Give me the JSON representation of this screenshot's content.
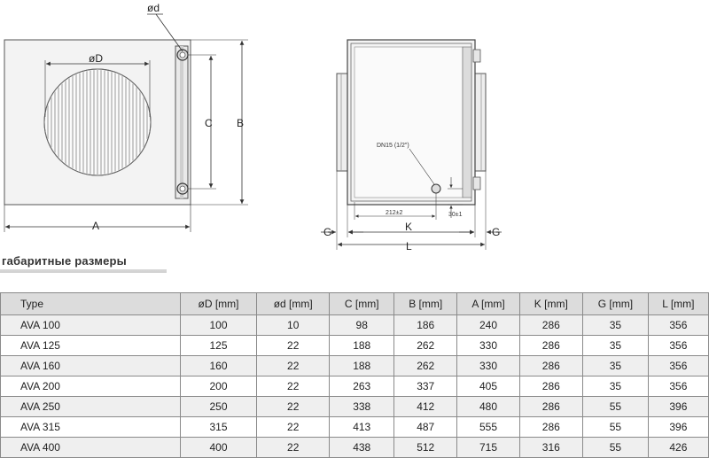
{
  "drawing_labels": {
    "od": "ød",
    "oD": "øD",
    "A": "A",
    "B": "B",
    "C": "C",
    "G_left": "G",
    "G_right": "G",
    "K": "K",
    "L": "L",
    "dn15": "DN15 (1/2\")",
    "dim_212": "212±2",
    "dim_30": "30±1"
  },
  "section_heading": "габаритные размеры",
  "table": {
    "headers": [
      "Type",
      "øD [mm]",
      "ød  [mm]",
      "C  [mm]",
      "B  [mm]",
      "A [mm]",
      "K [mm]",
      "G [mm]",
      "L [mm]"
    ],
    "rows": [
      [
        "AVA 100",
        "100",
        "10",
        "98",
        "186",
        "240",
        "286",
        "35",
        "356"
      ],
      [
        "AVA 125",
        "125",
        "22",
        "188",
        "262",
        "330",
        "286",
        "35",
        "356"
      ],
      [
        "AVA 160",
        "160",
        "22",
        "188",
        "262",
        "330",
        "286",
        "35",
        "356"
      ],
      [
        "AVA 200",
        "200",
        "22",
        "263",
        "337",
        "405",
        "286",
        "35",
        "356"
      ],
      [
        "AVA 250",
        "250",
        "22",
        "338",
        "412",
        "480",
        "286",
        "55",
        "396"
      ],
      [
        "AVA 315",
        "315",
        "22",
        "413",
        "487",
        "555",
        "286",
        "55",
        "396"
      ],
      [
        "AVA 400",
        "400",
        "22",
        "438",
        "512",
        "715",
        "316",
        "55",
        "426"
      ]
    ]
  }
}
